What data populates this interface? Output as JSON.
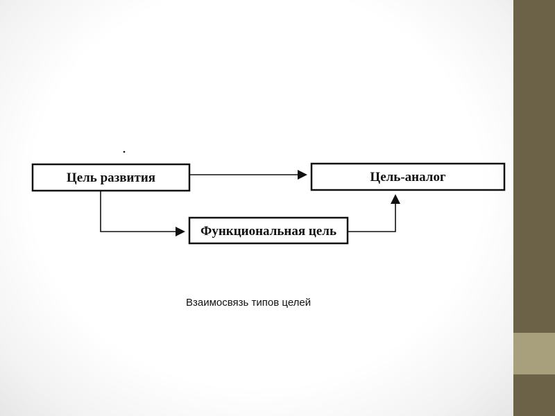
{
  "diagram": {
    "nodes": [
      {
        "id": "development",
        "label": "Цель развития"
      },
      {
        "id": "analog",
        "label": "Цель-аналог"
      },
      {
        "id": "functional",
        "label": "Функциональная цель"
      }
    ],
    "edges": [
      {
        "from": "development",
        "to": "analog"
      },
      {
        "from": "development",
        "to": "functional"
      },
      {
        "from": "functional",
        "to": "analog"
      }
    ],
    "caption": "Взаимосвязь типов целей"
  },
  "colors": {
    "background": "#ffffff",
    "stroke": "#111111",
    "text": "#111111",
    "sidebar_dark": "#6b6248",
    "sidebar_light": "#a8a07c"
  }
}
